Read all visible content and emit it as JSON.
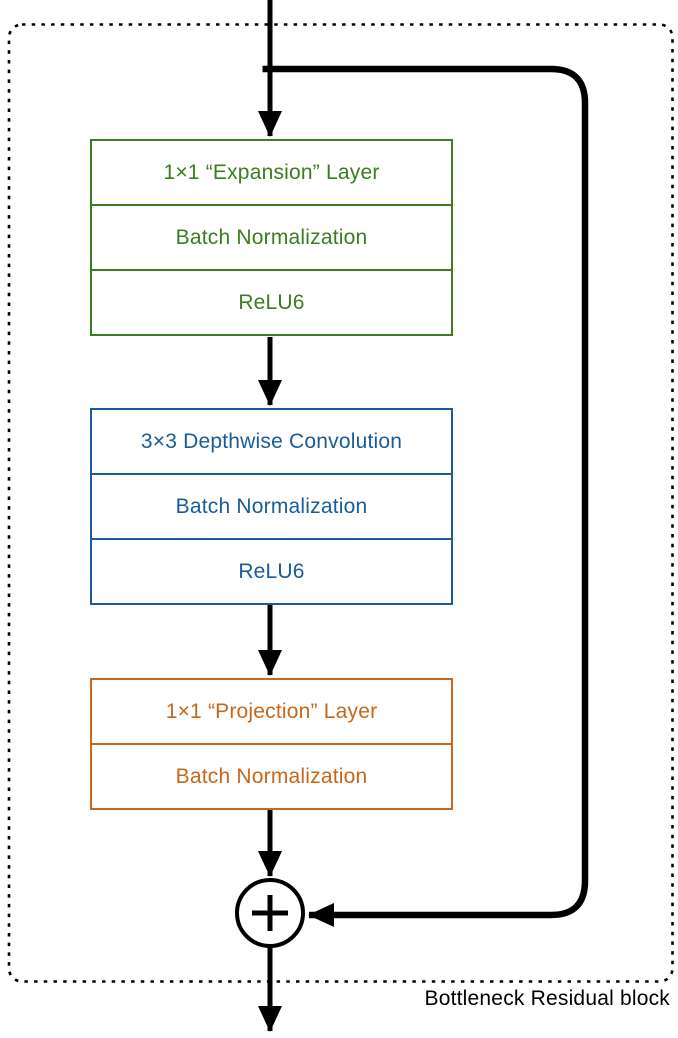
{
  "diagram": {
    "title": "Bottleneck Residual block",
    "add_operator": "+",
    "colors": {
      "expansion_green": "#3b7d21",
      "depthwise_blue": "#1a5c99",
      "projection_orange": "#c8671b",
      "line_black": "#000000",
      "background": "#ffffff"
    },
    "blocks": [
      {
        "name": "expansion",
        "rows": [
          "1×1 “Expansion” Layer",
          "Batch Normalization",
          "ReLU6"
        ]
      },
      {
        "name": "depthwise",
        "rows": [
          "3×3 Depthwise Convolution",
          "Batch Normalization",
          "ReLU6"
        ]
      },
      {
        "name": "projection",
        "rows": [
          "1×1 “Projection” Layer",
          "Batch Normalization"
        ]
      }
    ]
  }
}
